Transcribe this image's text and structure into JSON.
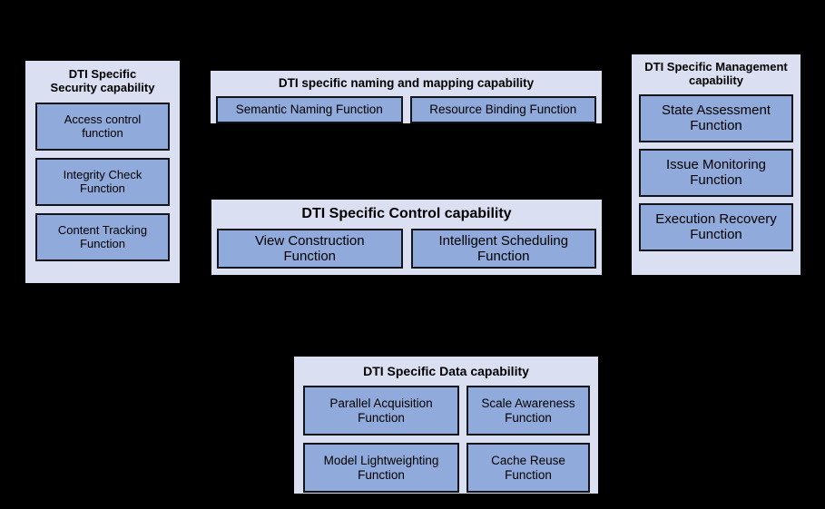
{
  "diagram": {
    "background_color": "#000000",
    "panel_fill_color": "#dae0f2",
    "function_fill_color": "#90aadb",
    "border_color": "#000000",
    "panels": [
      {
        "id": "security",
        "title": "DTI Specific\nSecurity capability",
        "functions": [
          "Access control\nfunction",
          "Integrity Check\nFunction",
          "Content Tracking\nFunction"
        ]
      },
      {
        "id": "naming",
        "title": "DTI specific naming and mapping capability",
        "functions": [
          "Semantic Naming Function",
          "Resource Binding Function"
        ]
      },
      {
        "id": "control",
        "title": "DTI Specific Control capability",
        "functions": [
          "View Construction\nFunction",
          "Intelligent Scheduling\nFunction"
        ]
      },
      {
        "id": "management",
        "title": "DTI Specific Management\ncapability",
        "functions": [
          "State Assessment\nFunction",
          "Issue Monitoring\nFunction",
          "Execution Recovery\nFunction"
        ]
      },
      {
        "id": "data",
        "title": "DTI Specific Data capability",
        "functions": [
          "Parallel Acquisition\nFunction",
          "Scale Awareness\nFunction",
          "Model Lightweighting\nFunction",
          "Cache Reuse\nFunction"
        ]
      }
    ]
  }
}
